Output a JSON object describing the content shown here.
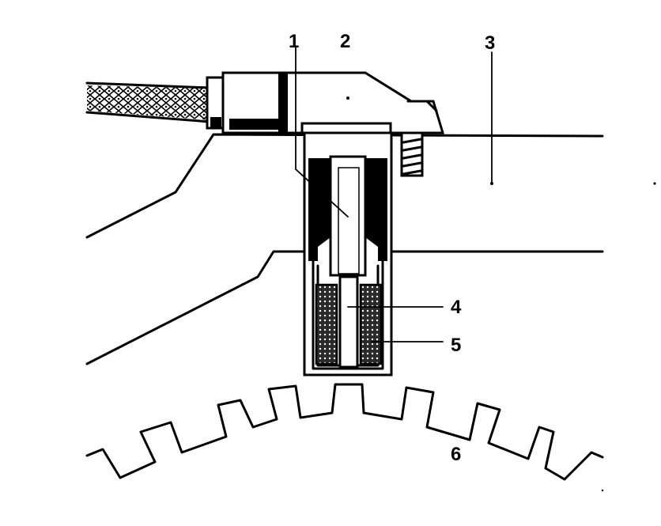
{
  "colors": {
    "ink": "#000000",
    "paper": "#ffffff",
    "coil_fill": "#2a2a2a"
  },
  "callouts": [
    {
      "id": "1",
      "text": "1"
    },
    {
      "id": "2",
      "text": "2"
    },
    {
      "id": "3",
      "text": "3"
    },
    {
      "id": "4",
      "text": "4"
    },
    {
      "id": "5",
      "text": "5"
    },
    {
      "id": "6",
      "text": "6"
    }
  ]
}
